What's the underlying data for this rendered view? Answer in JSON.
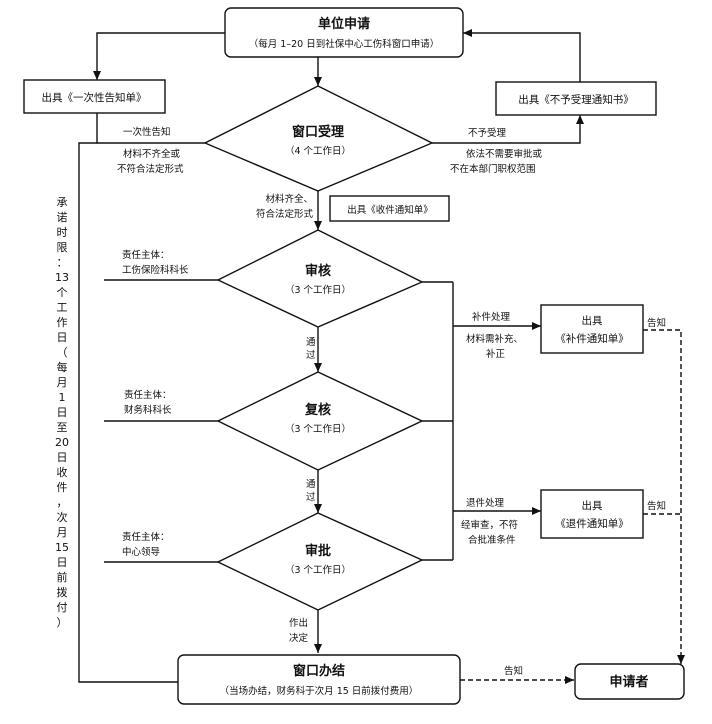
{
  "unit_apply": {
    "title": "单位申请",
    "sub": "（每月 1–20 日到社保中心工伤科窗口申请）"
  },
  "notice_once": "出具《一次性告知单》",
  "notice_reject": "出具《不予受理通知书》",
  "window_accept": {
    "title": "窗口受理",
    "sub": "（4 个工作日）"
  },
  "once_notify": {
    "line1": "一次性告知",
    "line2": "材料不齐全或",
    "line3": "不符合法定形式"
  },
  "reject": {
    "line1": "不予受理",
    "line2": "依法不需要审批或",
    "line3": "不在本部门职权范围"
  },
  "complete": {
    "line1": "材料齐全、",
    "line2": "符合法定形式"
  },
  "receipt_notice": "出具《收件通知单》",
  "review": {
    "title": "审核",
    "sub": "（3 个工作日）"
  },
  "review_resp": {
    "line1": "责任主体：",
    "line2": "工伤保险科科长"
  },
  "recheck": {
    "title": "复核",
    "sub": "（3 个工作日）"
  },
  "recheck_resp": {
    "line1": "责任主体：",
    "line2": "财务科科长"
  },
  "approve": {
    "title": "审批",
    "sub": "（3 个工作日）"
  },
  "approve_resp": {
    "line1": "责任主体：",
    "line2": "中心领导"
  },
  "pass1": [
    "通",
    "过"
  ],
  "pass2": [
    "通",
    "过"
  ],
  "decide": {
    "line1": "作出",
    "line2": "决定"
  },
  "supplement": {
    "line1": "补件处理",
    "line2": "材料需补充、",
    "line3": "补正"
  },
  "supplement_notice": {
    "line1": "出具",
    "line2": "《补件通知单》"
  },
  "return_proc": {
    "line1": "退件处理",
    "line2": "经审查，不符",
    "line3": "合批准条件"
  },
  "return_notice": {
    "line1": "出具",
    "line2": "《退件通知单》"
  },
  "notify_1": "告知",
  "notify_2": "告知",
  "notify_3": "告知",
  "window_finish": {
    "title": "窗口办结",
    "sub": "（当场办结，财务科于次月 15 日前拨付费用）"
  },
  "applicant": "申请者",
  "side_text": [
    "承",
    "诺",
    "时",
    "限",
    "：",
    "13",
    "个",
    "工",
    "作",
    "日",
    "（",
    "每",
    "月",
    "1",
    "日",
    "至",
    "20",
    "日",
    "收",
    "件",
    "，",
    "次",
    "月",
    "15",
    "日",
    "前",
    "拨",
    "付",
    "）"
  ]
}
